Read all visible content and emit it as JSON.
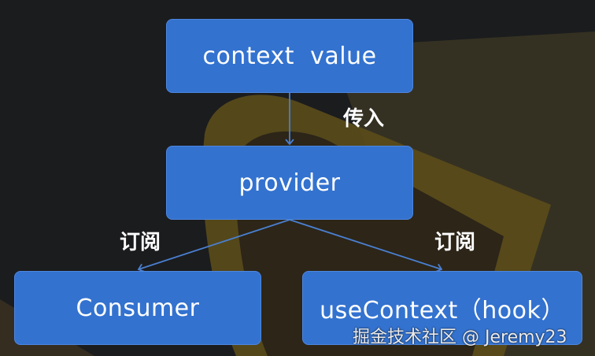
{
  "diagram": {
    "nodes": {
      "context_value": "context  value",
      "provider": "provider",
      "consumer": "Consumer",
      "use_context": "useContext（hook）"
    },
    "edge_labels": {
      "pass_in": "传入",
      "subscribe_left": "订阅",
      "subscribe_right": "订阅"
    }
  },
  "watermark": "掘金技术社区 @ Jeremy23",
  "colors": {
    "node_fill": "#3372cf",
    "node_border": "#4d86de",
    "arrow": "#4a7fd0",
    "background": "#1b1c1e",
    "decor_yellow": "#6b5a1c"
  }
}
